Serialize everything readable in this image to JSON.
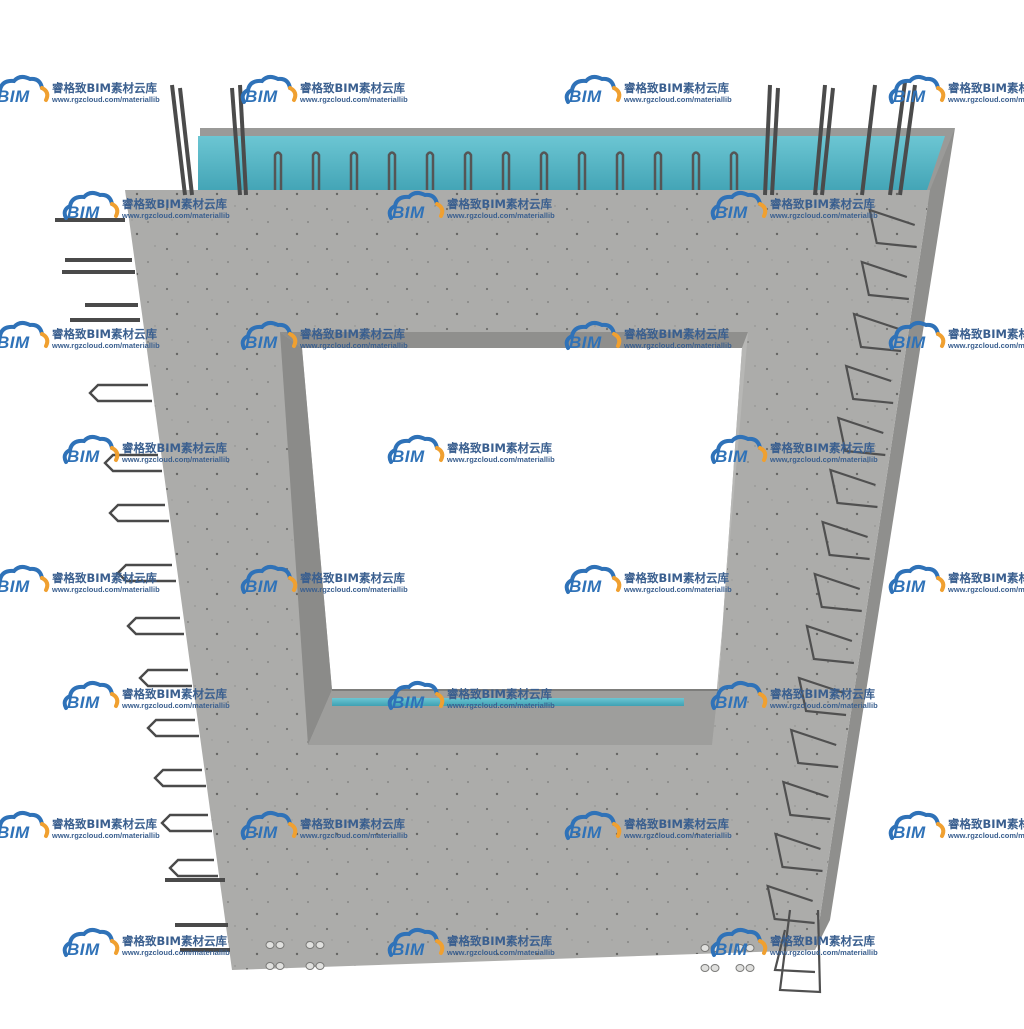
{
  "watermark": {
    "logo_text": "BIM",
    "brand_text": "睿格致BIM素材云库",
    "url_text": "www.rgzcloud.com/materiallib",
    "logo_icon": "cloud-logo-icon",
    "colors": {
      "blue": "#2f72b8",
      "orange": "#f0a030",
      "text": "#3a5f8f"
    }
  },
  "model": {
    "concrete_color": "#a9a9a7",
    "insulation_color": "#4fb3c4",
    "rebar_color": "#4a4a4a"
  }
}
